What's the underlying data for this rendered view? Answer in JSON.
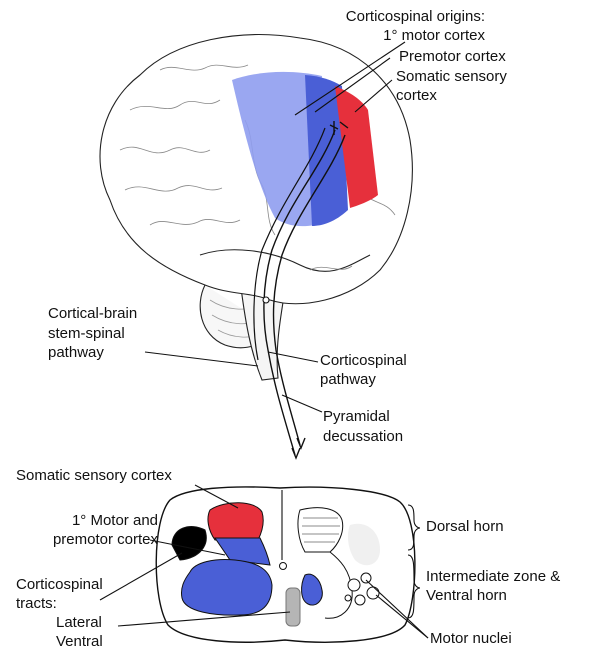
{
  "labels": {
    "origins_heading": "Corticospinal origins:",
    "origin_motor": "1° motor cortex",
    "origin_premotor": "Premotor cortex",
    "origin_sensory_1": "Somatic sensory",
    "origin_sensory_2": "cortex",
    "cbs_1": "Cortical-brain",
    "cbs_2": "stem-spinal",
    "cbs_3": "pathway",
    "cs_1": "Corticospinal",
    "cs_2": "pathway",
    "pyr_1": "Pyramidal",
    "pyr_2": "decussation",
    "sc_sensory": "Somatic sensory cortex",
    "sc_motor_1": "1° Motor and",
    "sc_motor_2": "premotor cortex",
    "sc_tracts_1": "Corticospinal",
    "sc_tracts_2": "tracts:",
    "sc_lateral": "Lateral",
    "sc_ventral": "Ventral",
    "dorsal_horn": "Dorsal horn",
    "intermediate_1": "Intermediate zone &",
    "intermediate_2": "Ventral horn",
    "motor_nuclei": "Motor nuclei"
  },
  "colors": {
    "primary_motor": "#4a5fd6",
    "premotor": "#8f9df0",
    "somatic_sensory": "#e6303c",
    "ventral_tract": "#b5b5b5",
    "line": "#111111"
  }
}
